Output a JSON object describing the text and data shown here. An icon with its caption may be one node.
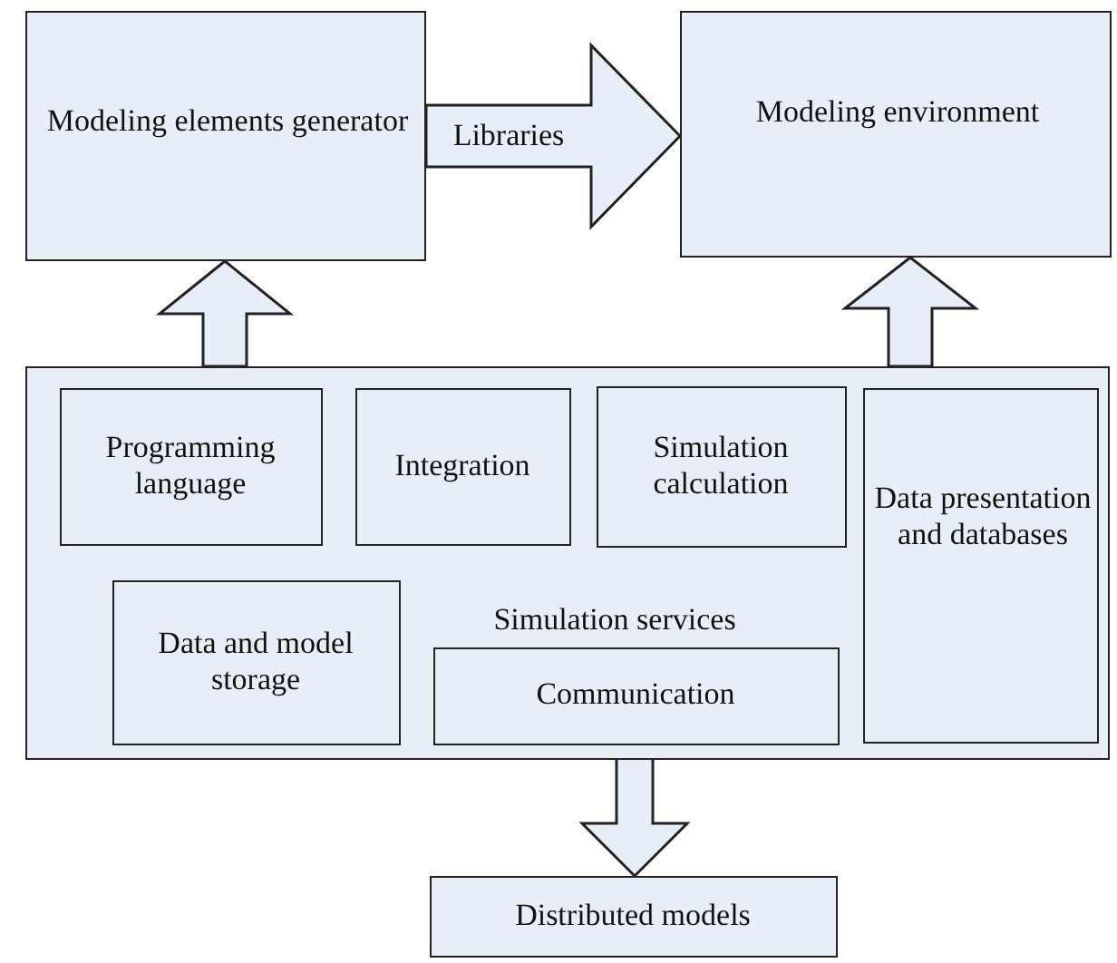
{
  "diagram": {
    "nodes": [
      {
        "text": [
          "Modeling elements generator"
        ]
      },
      {
        "text": [
          "Modeling environment"
        ]
      },
      {
        "text": [
          "Simulation services"
        ]
      },
      {
        "text": [
          "Programming language"
        ],
        "in": 2
      },
      {
        "text": [
          "Integration"
        ],
        "in": 2
      },
      {
        "text": [
          "Simulation calculation"
        ],
        "in": 2
      },
      {
        "text": [
          "Data presentation and databases"
        ],
        "in": 2
      },
      {
        "text": [
          "Data and model storage"
        ],
        "in": 2
      },
      {
        "text": [
          "Communication"
        ],
        "in": 2
      },
      {
        "text": [
          "Distributed models"
        ]
      }
    ],
    "edges": [
      {
        "from": 0,
        "to": 1,
        "arrow": "to",
        "label": "Libraries"
      },
      {
        "from": 2,
        "to": 0,
        "arrow": "to"
      },
      {
        "from": 2,
        "to": 1,
        "arrow": "to"
      },
      {
        "from": 8,
        "to": 9,
        "arrow": "to"
      }
    ]
  }
}
